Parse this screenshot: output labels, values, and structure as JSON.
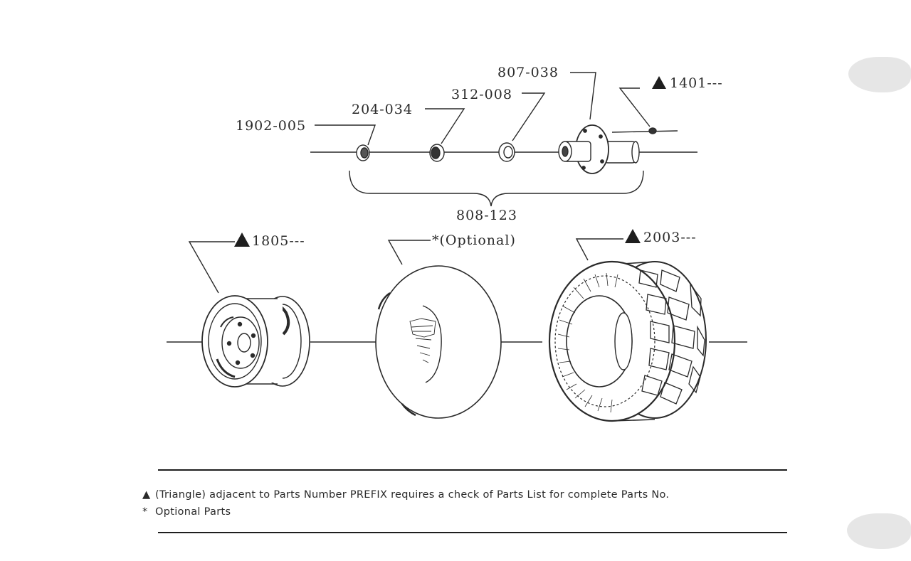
{
  "labels": {
    "p1401": "1401---",
    "p807_038": "807-038",
    "p312_008": "312-008",
    "p204_034": "204-034",
    "p1902_005": "1902-005",
    "p808_123": "808-123",
    "p1805": "1805---",
    "optional": "*(Optional)",
    "p2003": "2003---"
  },
  "legend": {
    "triangle_note": "(Triangle) adjacent to Parts Number PREFIX requires a check of Parts List for complete Parts No.",
    "optional_note": "Optional Parts"
  },
  "colors": {
    "ink": "#2a2a2a",
    "paper": "#ffffff",
    "tear": "#e6e6e6"
  }
}
